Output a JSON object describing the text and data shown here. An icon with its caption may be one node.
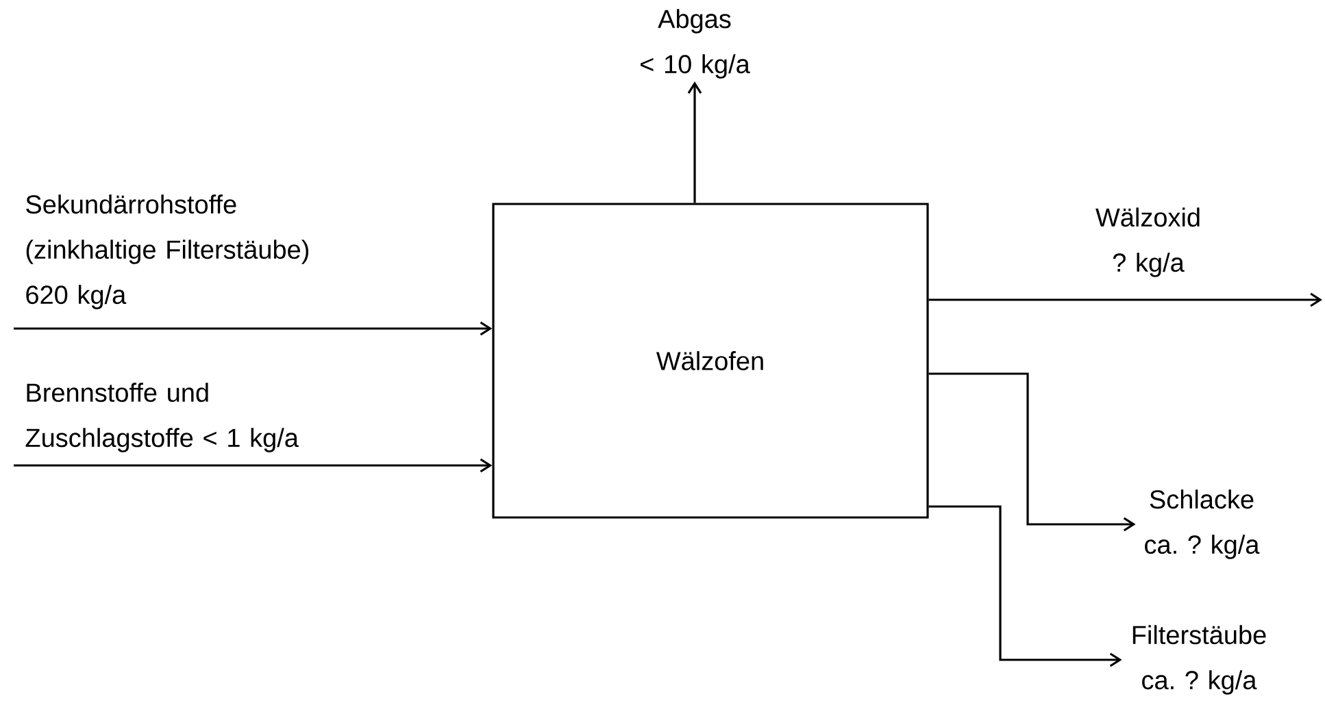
{
  "diagram": {
    "nodes": [
      {
        "text": [
          "Wälzofen"
        ]
      },
      {
        "text": [
          "Abgas",
          "< 10 kg/a"
        ]
      },
      {
        "text": [
          "Schlacke ca. ? kg/a"
        ]
      },
      {
        "text": [
          "Filterstäube ca. ? kg/a"
        ]
      }
    ],
    "edges": [
      {
        "from": null,
        "to": 0,
        "arrow": "to",
        "label": "Sekundärrohstoffe (zinkhaltige Filterstäube) 620 kg/a"
      },
      {
        "from": null,
        "to": 0,
        "arrow": "to",
        "label": "Brennstoffe und Zuschlagstoffe < 1 kg/a"
      },
      {
        "from": 0,
        "to": 1,
        "arrow": "to"
      },
      {
        "from": 0,
        "to": null,
        "arrow": "to",
        "label": "Wälzoxid ? kg/a"
      },
      {
        "from": 0,
        "to": 2,
        "arrow": "to"
      },
      {
        "from": 0,
        "to": 3,
        "arrow": "to"
      }
    ]
  }
}
